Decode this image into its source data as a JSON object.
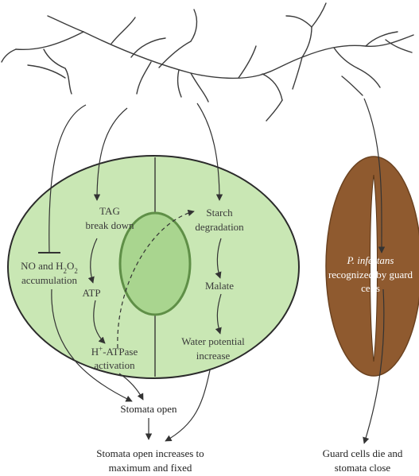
{
  "colors": {
    "cell_fill": "#c9e7b4",
    "cell_stroke": "#2b2b2b",
    "guard_fill": "#5f8f47",
    "pore_fill": "#a9d58f",
    "closed_fill": "#8f5a2f",
    "hyphae_stroke": "#3b3b3b",
    "arrow_stroke": "#333333"
  },
  "labels": {
    "tag": "TAG",
    "break_down": "break down",
    "atp": "ATP",
    "h_atpase_prefix": "H",
    "h_atpase_sup": "+",
    "h_atpase_suffix": "-ATPase",
    "activation": "activation",
    "no_h2o2_1": "NO and H",
    "no_h2o2_sub1": "2",
    "no_h2o2_mid": "O",
    "no_h2o2_sub2": "2",
    "accumulation": "accumulation",
    "starch": "Starch",
    "degradation": "degradation",
    "malate": "Malate",
    "water_potential": "Water potential",
    "increase": "increase",
    "stomata_open": "Stomata open",
    "increases_line1": "Stomata open increases to",
    "increases_line2": "maximum and fixed",
    "p_infestans": "P. infestans",
    "recognized_line1": "recognized by guard",
    "recognized_line2": "cells",
    "die_line1": "Guard cells die and",
    "die_line2": "stomata close"
  }
}
